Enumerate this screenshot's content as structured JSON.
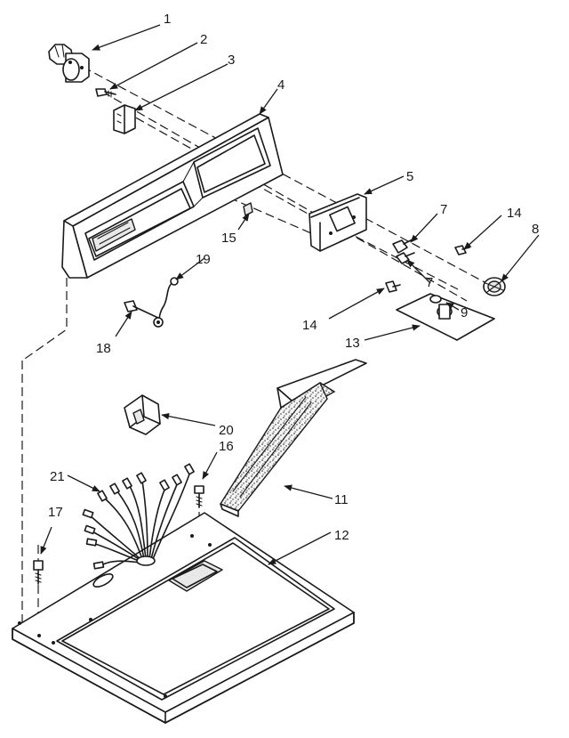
{
  "callouts": {
    "c1": "1",
    "c2": "2",
    "c3": "3",
    "c4": "4",
    "c5": "5",
    "c7a": "7",
    "c7b": "7",
    "c8": "8",
    "c9": "9",
    "c11": "11",
    "c12": "12",
    "c13": "13",
    "c14a": "14",
    "c14b": "14",
    "c15": "15",
    "c16": "16",
    "c17": "17",
    "c18": "18",
    "c19": "19",
    "c20": "20",
    "c21": "21"
  }
}
